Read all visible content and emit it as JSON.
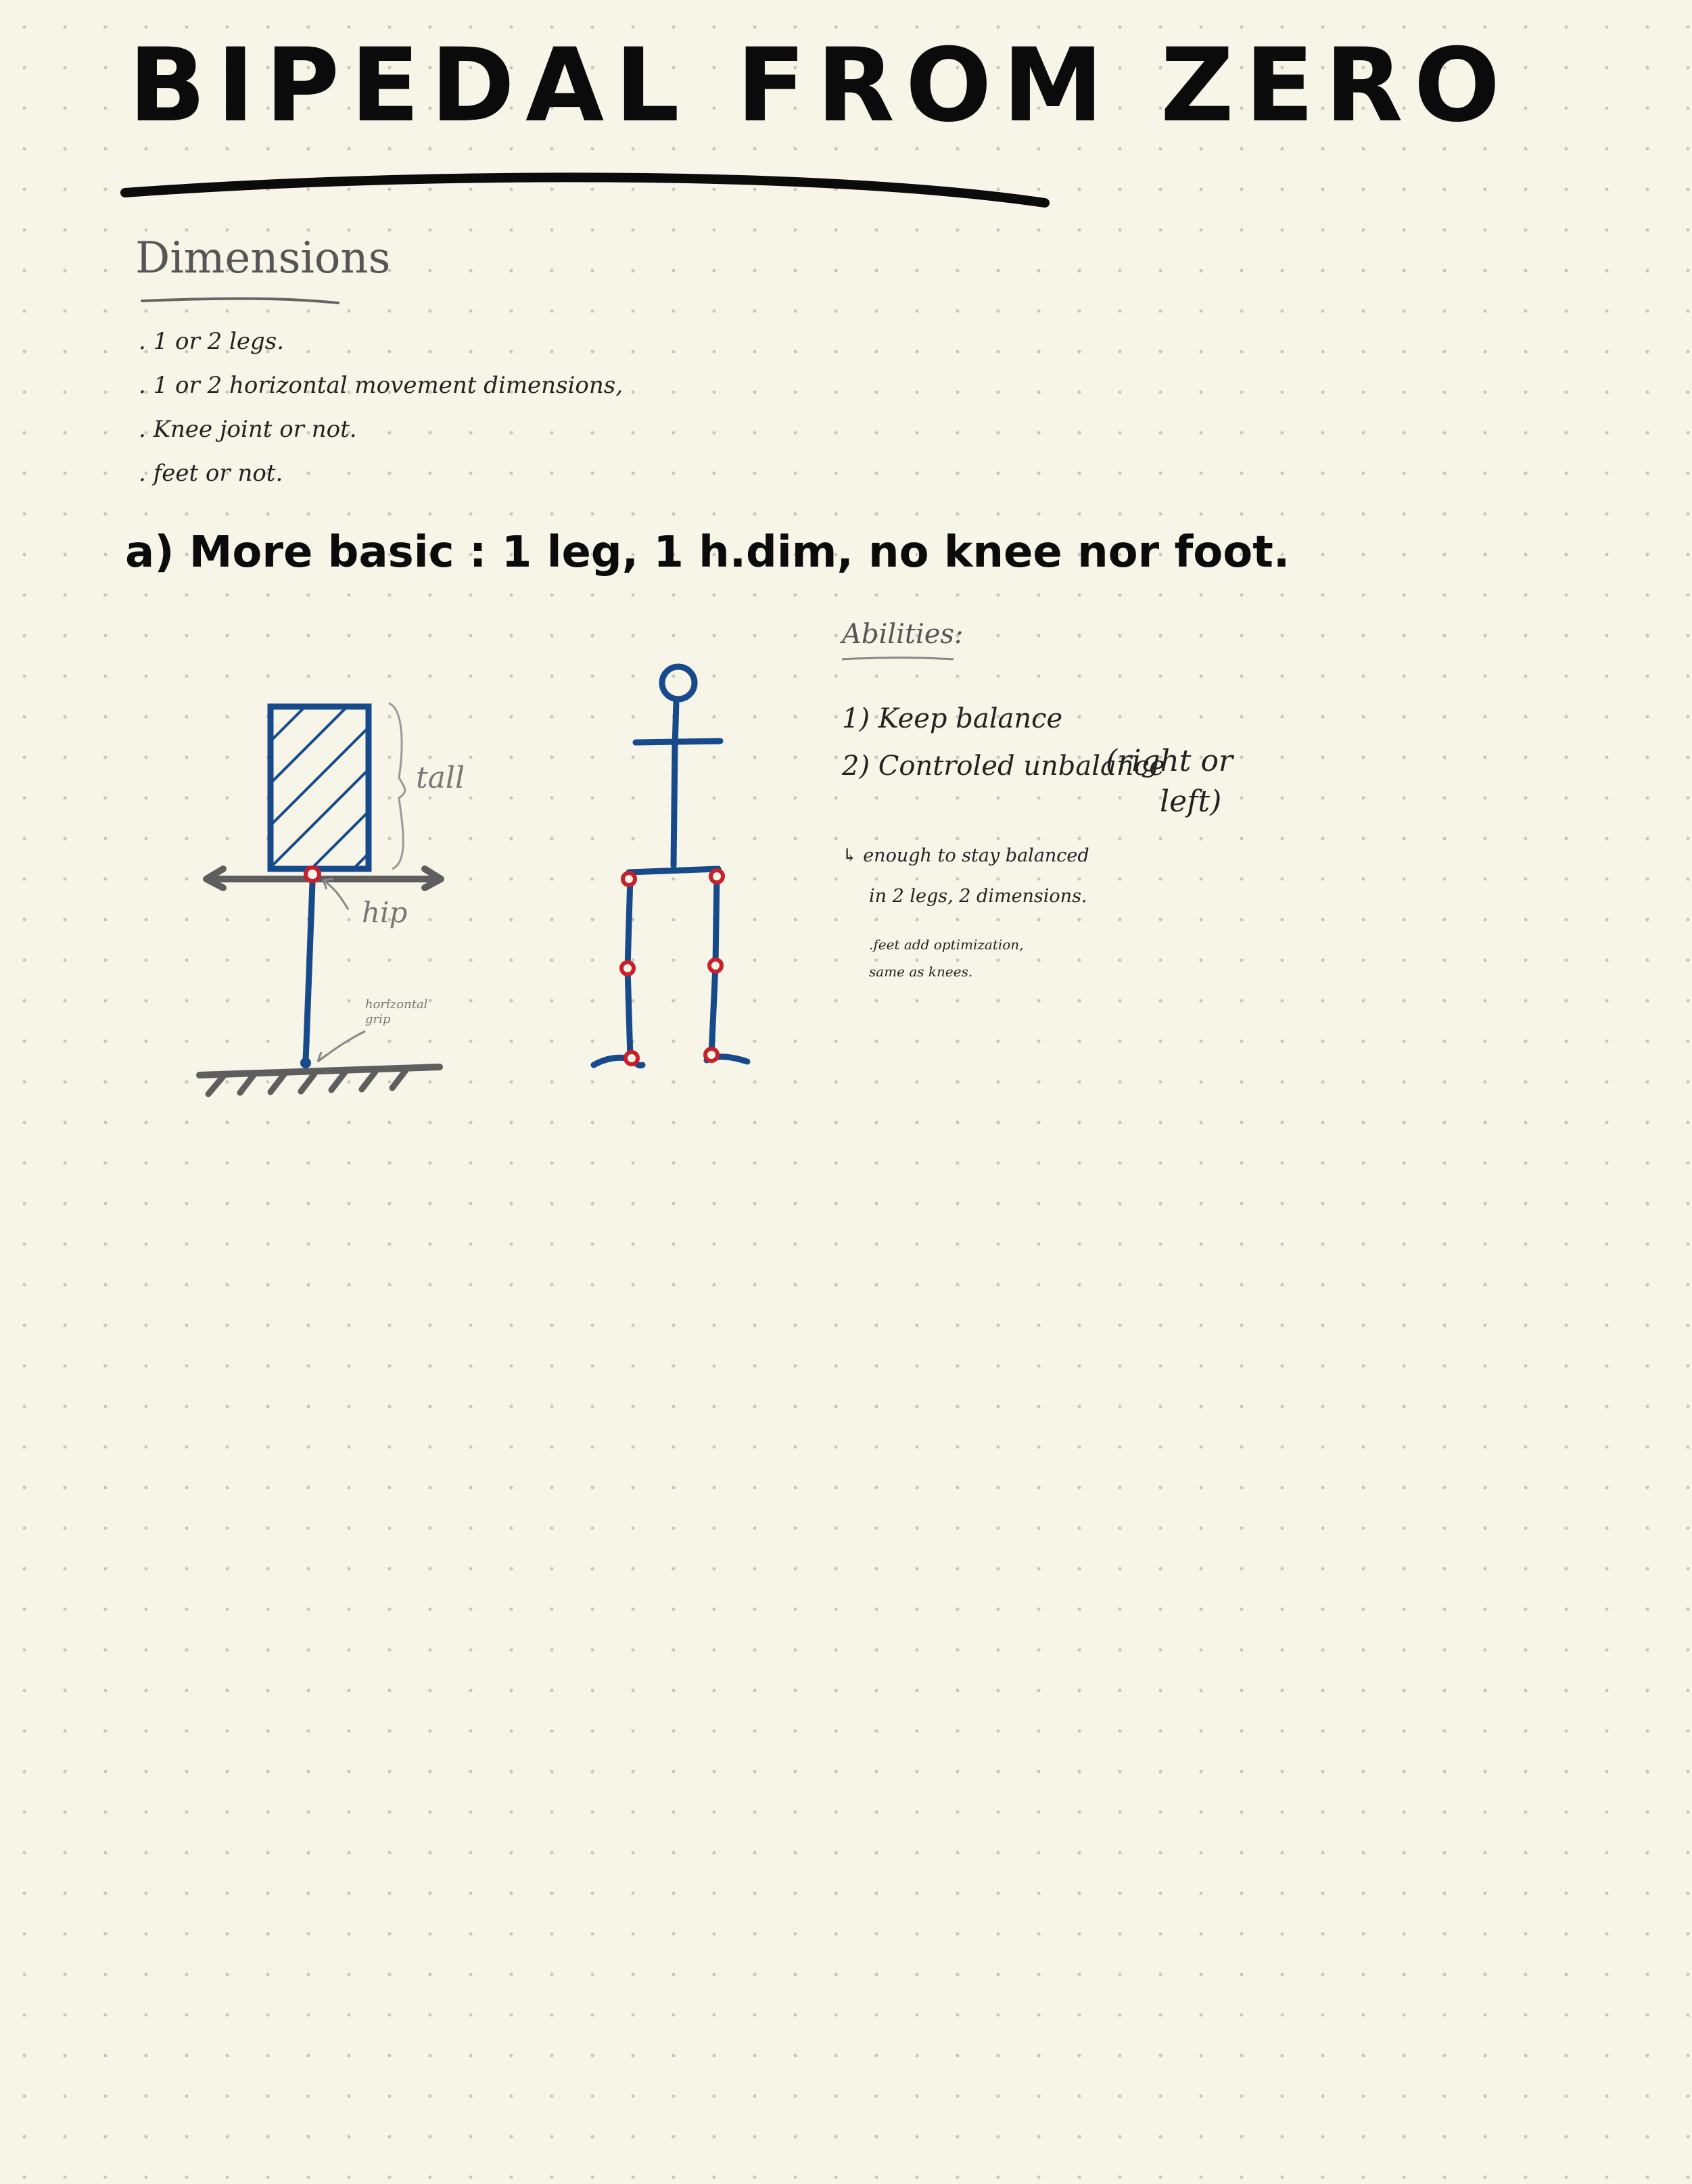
{
  "title": "BIPEDAL FROM ZERO",
  "dimensions": {
    "heading": "Dimensions",
    "items": [
      ". 1 or 2 legs.",
      ". 1 or 2 horizontal movement dimensions,",
      ". Knee joint or not.",
      ". feet or not."
    ]
  },
  "section_a": {
    "heading": "a) More basic : 1 leg, 1 h.dim, no knee nor foot."
  },
  "sketch_left": {
    "label_tall": "tall",
    "label_hip": "hip",
    "label_grip": "horizontal grip"
  },
  "abilities": {
    "heading": "Abilities:",
    "items": [
      "1) Keep balance",
      "2) Controled unbalance"
    ],
    "paren_note_1": "(right or",
    "paren_note_2": "left)",
    "enough_1": "↳ enough to stay balanced",
    "enough_2": "in 2 legs, 2 dimensions.",
    "feet_1": ".feet add optimization,",
    "feet_2": "same as knees."
  },
  "colors": {
    "ink": "#0b0b0b",
    "blue": "#174a8b",
    "red": "#c8202a",
    "grey": "#5e5e5e",
    "paper": "#f7f4e8"
  }
}
